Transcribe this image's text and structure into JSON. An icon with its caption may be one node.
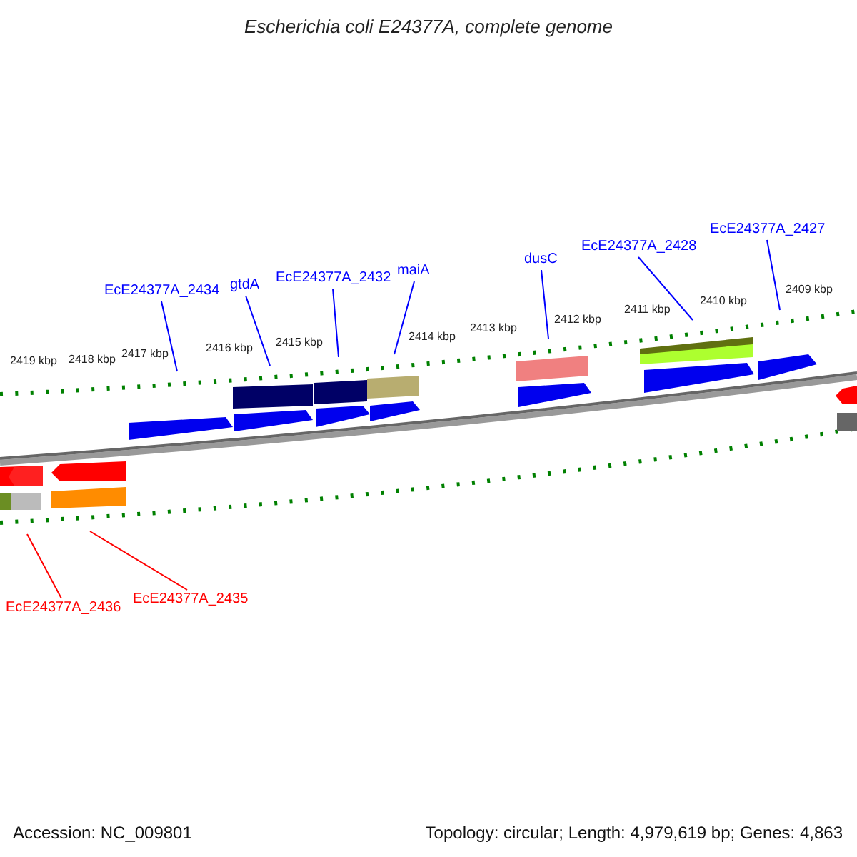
{
  "diagram": {
    "title": "Escherichia coli E24377A, complete genome",
    "nodes": [
      {
        "text": [
          "EcE24377A_2434"
        ]
      },
      {
        "text": [
          "gtdA"
        ]
      },
      {
        "text": [
          "EcE24377A_2432"
        ]
      },
      {
        "text": [
          "maiA"
        ]
      },
      {
        "text": [
          "dusC"
        ]
      },
      {
        "text": [
          "EcE24377A_2428"
        ]
      },
      {
        "text": [
          "EcE24377A_2427"
        ]
      },
      {
        "text": [
          "EcE24377A_2436"
        ]
      },
      {
        "text": [
          "EcE24377A_2435"
        ]
      }
    ],
    "edges": [
      {
        "from": 0,
        "to": null,
        "arrow": "none"
      },
      {
        "from": 1,
        "to": null,
        "arrow": "none"
      },
      {
        "from": 2,
        "to": null,
        "arrow": "none"
      },
      {
        "from": 3,
        "to": null,
        "arrow": "none"
      },
      {
        "from": 4,
        "to": null,
        "arrow": "none"
      },
      {
        "from": 5,
        "to": null,
        "arrow": "none"
      },
      {
        "from": 6,
        "to": null,
        "arrow": "none"
      },
      {
        "from": 7,
        "to": null,
        "arrow": "none",
        "color": "#ff0000"
      },
      {
        "from": 8,
        "to": null,
        "arrow": "none",
        "color": "#ff0000"
      }
    ],
    "labels": [
      "2419 kbp",
      "2418 kbp",
      "2417 kbp",
      "2416 kbp",
      "2415 kbp",
      "2414 kbp",
      "2413 kbp",
      "2412 kbp",
      "2411 kbp",
      "2410 kbp",
      "2409 kbp",
      "Accession: NC_009801",
      "Topology: circular; Length: 4,979,619 bp; Genes: 4,863"
    ]
  }
}
